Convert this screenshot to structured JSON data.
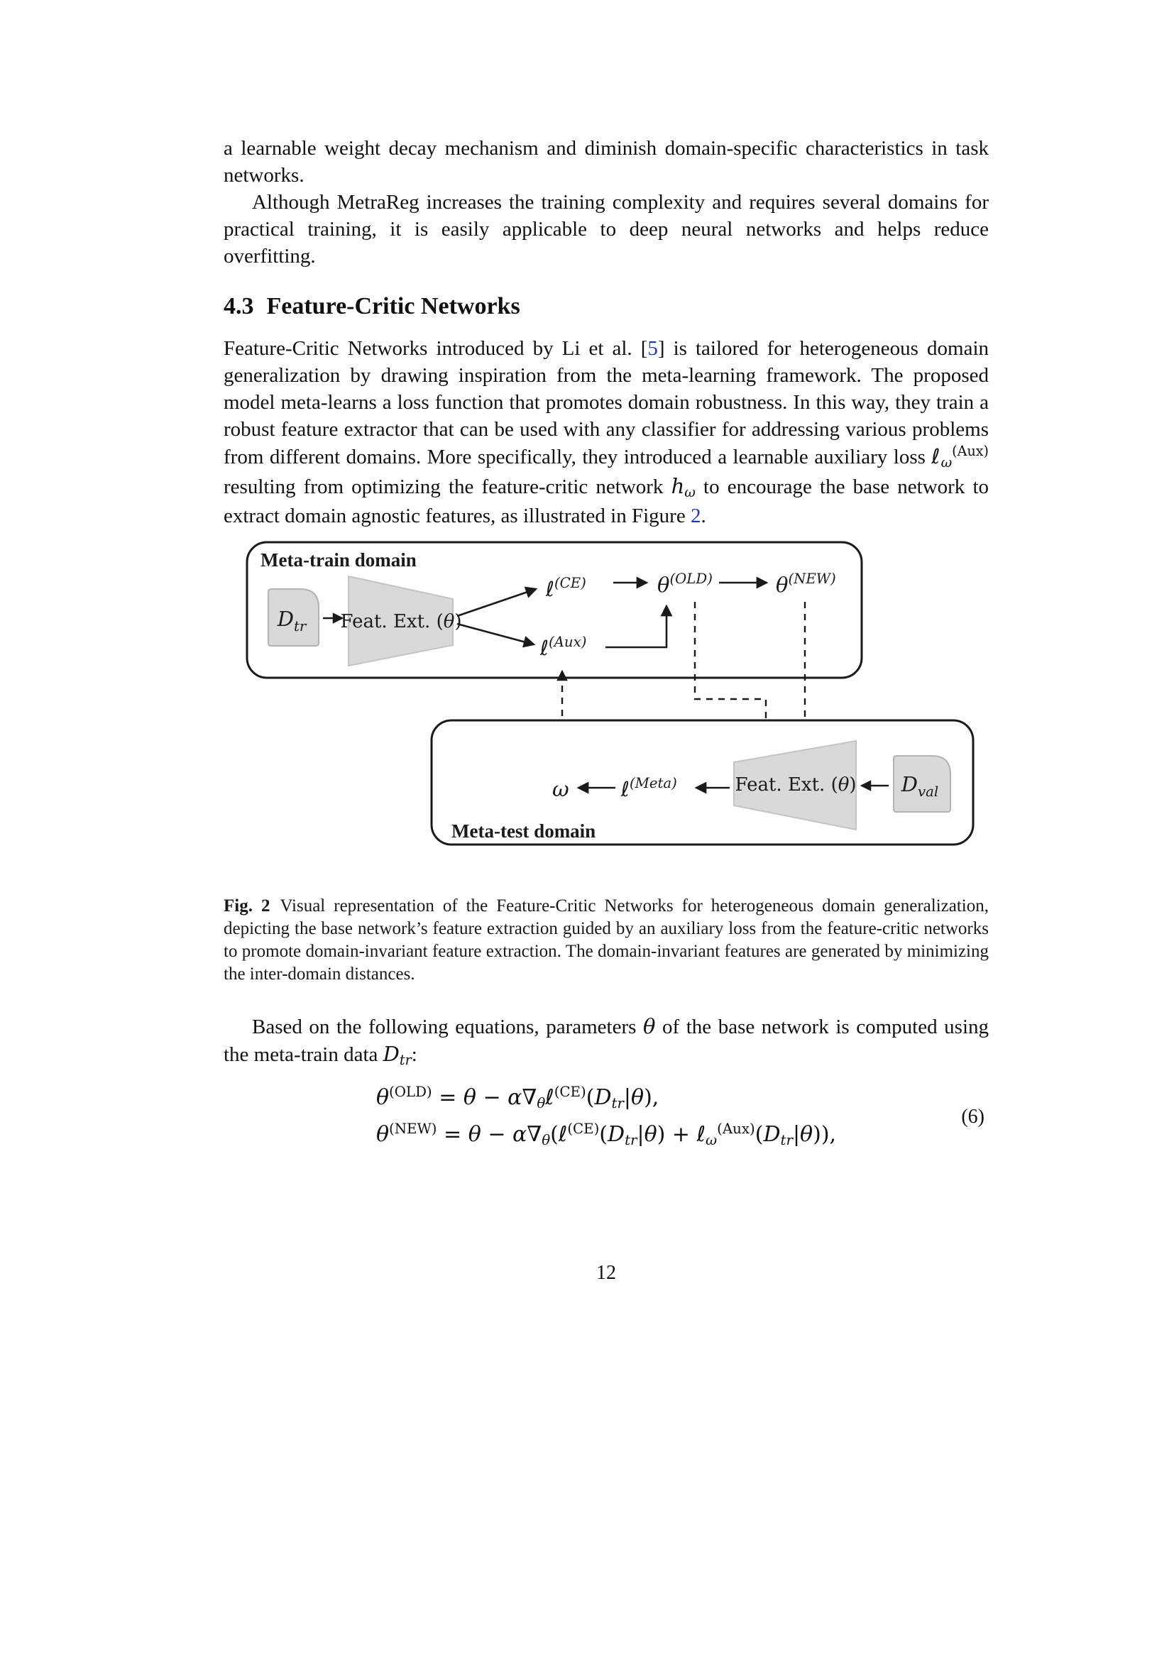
{
  "body": {
    "para1": "a learnable weight decay mechanism and diminish domain-specific characteristics in task networks.",
    "para2": "Although MetraReg increases the training complexity and requires several domains for practical training, it is easily applicable to deep neural networks and helps reduce overfitting.",
    "section_number": "4.3",
    "section_title": "Feature-Critic Networks",
    "para3": {
      "t1": "Feature-Critic Networks introduced by Li et al. [",
      "cite": "5",
      "t2": "] is tailored for heterogeneous domain generalization by drawing inspiration from the meta-learning framework. The proposed model meta-learns a loss function that promotes domain robustness. In this way, they train a robust feature extractor that can be used with any classifier for addressing various problems from different domains. More specifically, they introduced a learnable auxiliary loss ",
      "m1": [
        {
          "t": "ℓ",
          "i": true
        },
        {
          "t": "ω",
          "p": "sub",
          "i": true
        },
        {
          "t": "(Aux)",
          "p": "sup"
        }
      ],
      "t3": " resulting from optimizing the feature-critic network ",
      "m2": [
        {
          "t": "h",
          "i": true
        },
        {
          "t": "ω",
          "p": "sub",
          "i": true
        }
      ],
      "t4": " to encourage the base network to extract domain agnostic features, as illustrated in Figure ",
      "figref": "2",
      "t5": "."
    },
    "para4": {
      "t1": "Based on the following equations, parameters ",
      "m1": [
        {
          "t": "θ",
          "i": true
        }
      ],
      "t2": " of the base network is computed using the meta-train data ",
      "m2": [
        {
          "t": "D",
          "i": true
        },
        {
          "t": "tr",
          "p": "sub",
          "i": true
        }
      ],
      "t3": ":"
    }
  },
  "figure": {
    "train_box_label": "Meta-train domain",
    "test_box_label": "Meta-test domain",
    "d_tr": [
      {
        "t": "D",
        "i": true
      },
      {
        "t": "tr",
        "p": "sub",
        "i": true
      }
    ],
    "d_val": [
      {
        "t": "D",
        "i": true
      },
      {
        "t": "val",
        "p": "sub",
        "i": true
      }
    ],
    "feat_ext_train": [
      {
        "t": "Feat. Ext. ("
      },
      {
        "t": "θ",
        "i": true
      },
      {
        "t": ")"
      }
    ],
    "feat_ext_test": [
      {
        "t": "Feat. Ext. ("
      },
      {
        "t": "θ",
        "i": true
      },
      {
        "t": ")"
      }
    ],
    "loss_ce": [
      {
        "t": "ℓ",
        "i": true
      },
      {
        "t": "(CE)",
        "p": "sup",
        "i": true
      }
    ],
    "loss_aux": [
      {
        "t": "ℓ",
        "i": true
      },
      {
        "t": "(Aux)",
        "p": "sup",
        "i": true
      }
    ],
    "theta_old": [
      {
        "t": "θ",
        "i": true
      },
      {
        "t": "(OLD)",
        "p": "sup",
        "i": true
      }
    ],
    "theta_new": [
      {
        "t": "θ",
        "i": true
      },
      {
        "t": "(NEW)",
        "p": "sup",
        "i": true
      }
    ],
    "loss_meta": [
      {
        "t": "ℓ",
        "i": true
      },
      {
        "t": "(Meta)",
        "p": "sup",
        "i": true
      }
    ],
    "omega": [
      {
        "t": "ω",
        "i": true
      }
    ]
  },
  "caption": {
    "tag": "Fig. 2",
    "text": "Visual representation of the Feature-Critic Networks for heterogeneous domain generalization, depicting the base network’s feature extraction guided by an auxiliary loss from the feature-critic networks to promote domain-invariant feature extraction. The domain-invariant features are generated by minimizing the inter-domain distances."
  },
  "equation": {
    "eq1": [
      {
        "t": "θ",
        "i": true
      },
      {
        "t": "(OLD)",
        "p": "sup"
      },
      {
        "t": " = "
      },
      {
        "t": "θ",
        "i": true
      },
      {
        "t": " − "
      },
      {
        "t": "α",
        "i": true
      },
      {
        "t": "∇"
      },
      {
        "t": "θ",
        "p": "sub",
        "i": true
      },
      {
        "t": "ℓ",
        "i": true
      },
      {
        "t": "(CE)",
        "p": "sup"
      },
      {
        "t": "("
      },
      {
        "t": "D",
        "i": true
      },
      {
        "t": "tr",
        "p": "sub",
        "i": true
      },
      {
        "t": "|"
      },
      {
        "t": "θ",
        "i": true
      },
      {
        "t": "),"
      }
    ],
    "eq2": [
      {
        "t": "θ",
        "i": true
      },
      {
        "t": "(NEW)",
        "p": "sup"
      },
      {
        "t": " = "
      },
      {
        "t": "θ",
        "i": true
      },
      {
        "t": " − "
      },
      {
        "t": "α",
        "i": true
      },
      {
        "t": "∇"
      },
      {
        "t": "θ",
        "p": "sub",
        "i": true
      },
      {
        "t": "("
      },
      {
        "t": "ℓ",
        "i": true
      },
      {
        "t": "(CE)",
        "p": "sup"
      },
      {
        "t": "("
      },
      {
        "t": "D",
        "i": true
      },
      {
        "t": "tr",
        "p": "sub",
        "i": true
      },
      {
        "t": "|"
      },
      {
        "t": "θ",
        "i": true
      },
      {
        "t": ") + "
      },
      {
        "t": "ℓ",
        "i": true
      },
      {
        "t": "ω",
        "p": "sub",
        "i": true
      },
      {
        "t": "(Aux)",
        "p": "sup"
      },
      {
        "t": "("
      },
      {
        "t": "D",
        "i": true
      },
      {
        "t": "tr",
        "p": "sub",
        "i": true
      },
      {
        "t": "|"
      },
      {
        "t": "θ",
        "i": true
      },
      {
        "t": ")),"
      }
    ],
    "number": "(6)"
  },
  "page_number": "12",
  "colors": {
    "link": "#2233cc",
    "shape_fill": "#d9d9d9",
    "shape_stroke": "#bdbdbd",
    "line": "#1a1a1a"
  }
}
